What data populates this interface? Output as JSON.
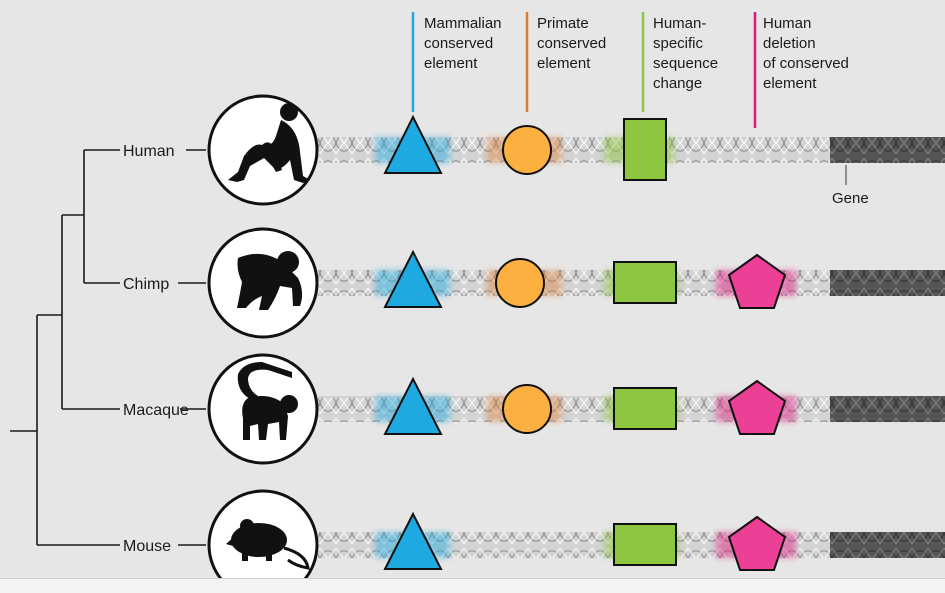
{
  "legend": [
    {
      "lines": [
        "Mammalian",
        "conserved",
        "element"
      ],
      "color": "#1ea9e0"
    },
    {
      "lines": [
        "Primate",
        "conserved",
        "element"
      ],
      "color": "#e0782a"
    },
    {
      "lines": [
        "Human-",
        "specific",
        "sequence",
        "change"
      ],
      "color": "#8dc63f"
    },
    {
      "lines": [
        "Human",
        "deletion",
        "of conserved",
        "element"
      ],
      "color": "#e0197d"
    }
  ],
  "gene_label": "Gene",
  "species": [
    {
      "name": "Human",
      "animal": "human-icon"
    },
    {
      "name": "Chimp",
      "animal": "chimp-icon"
    },
    {
      "name": "Macaque",
      "animal": "macaque-icon"
    },
    {
      "name": "Mouse",
      "animal": "mouse-icon"
    }
  ],
  "colors": {
    "mammalian": "#1ea9e0",
    "primate": "#fbb040",
    "human_specific": "#8dc63f",
    "deletion": "#ec3f96",
    "background": "#e6e6e6"
  }
}
